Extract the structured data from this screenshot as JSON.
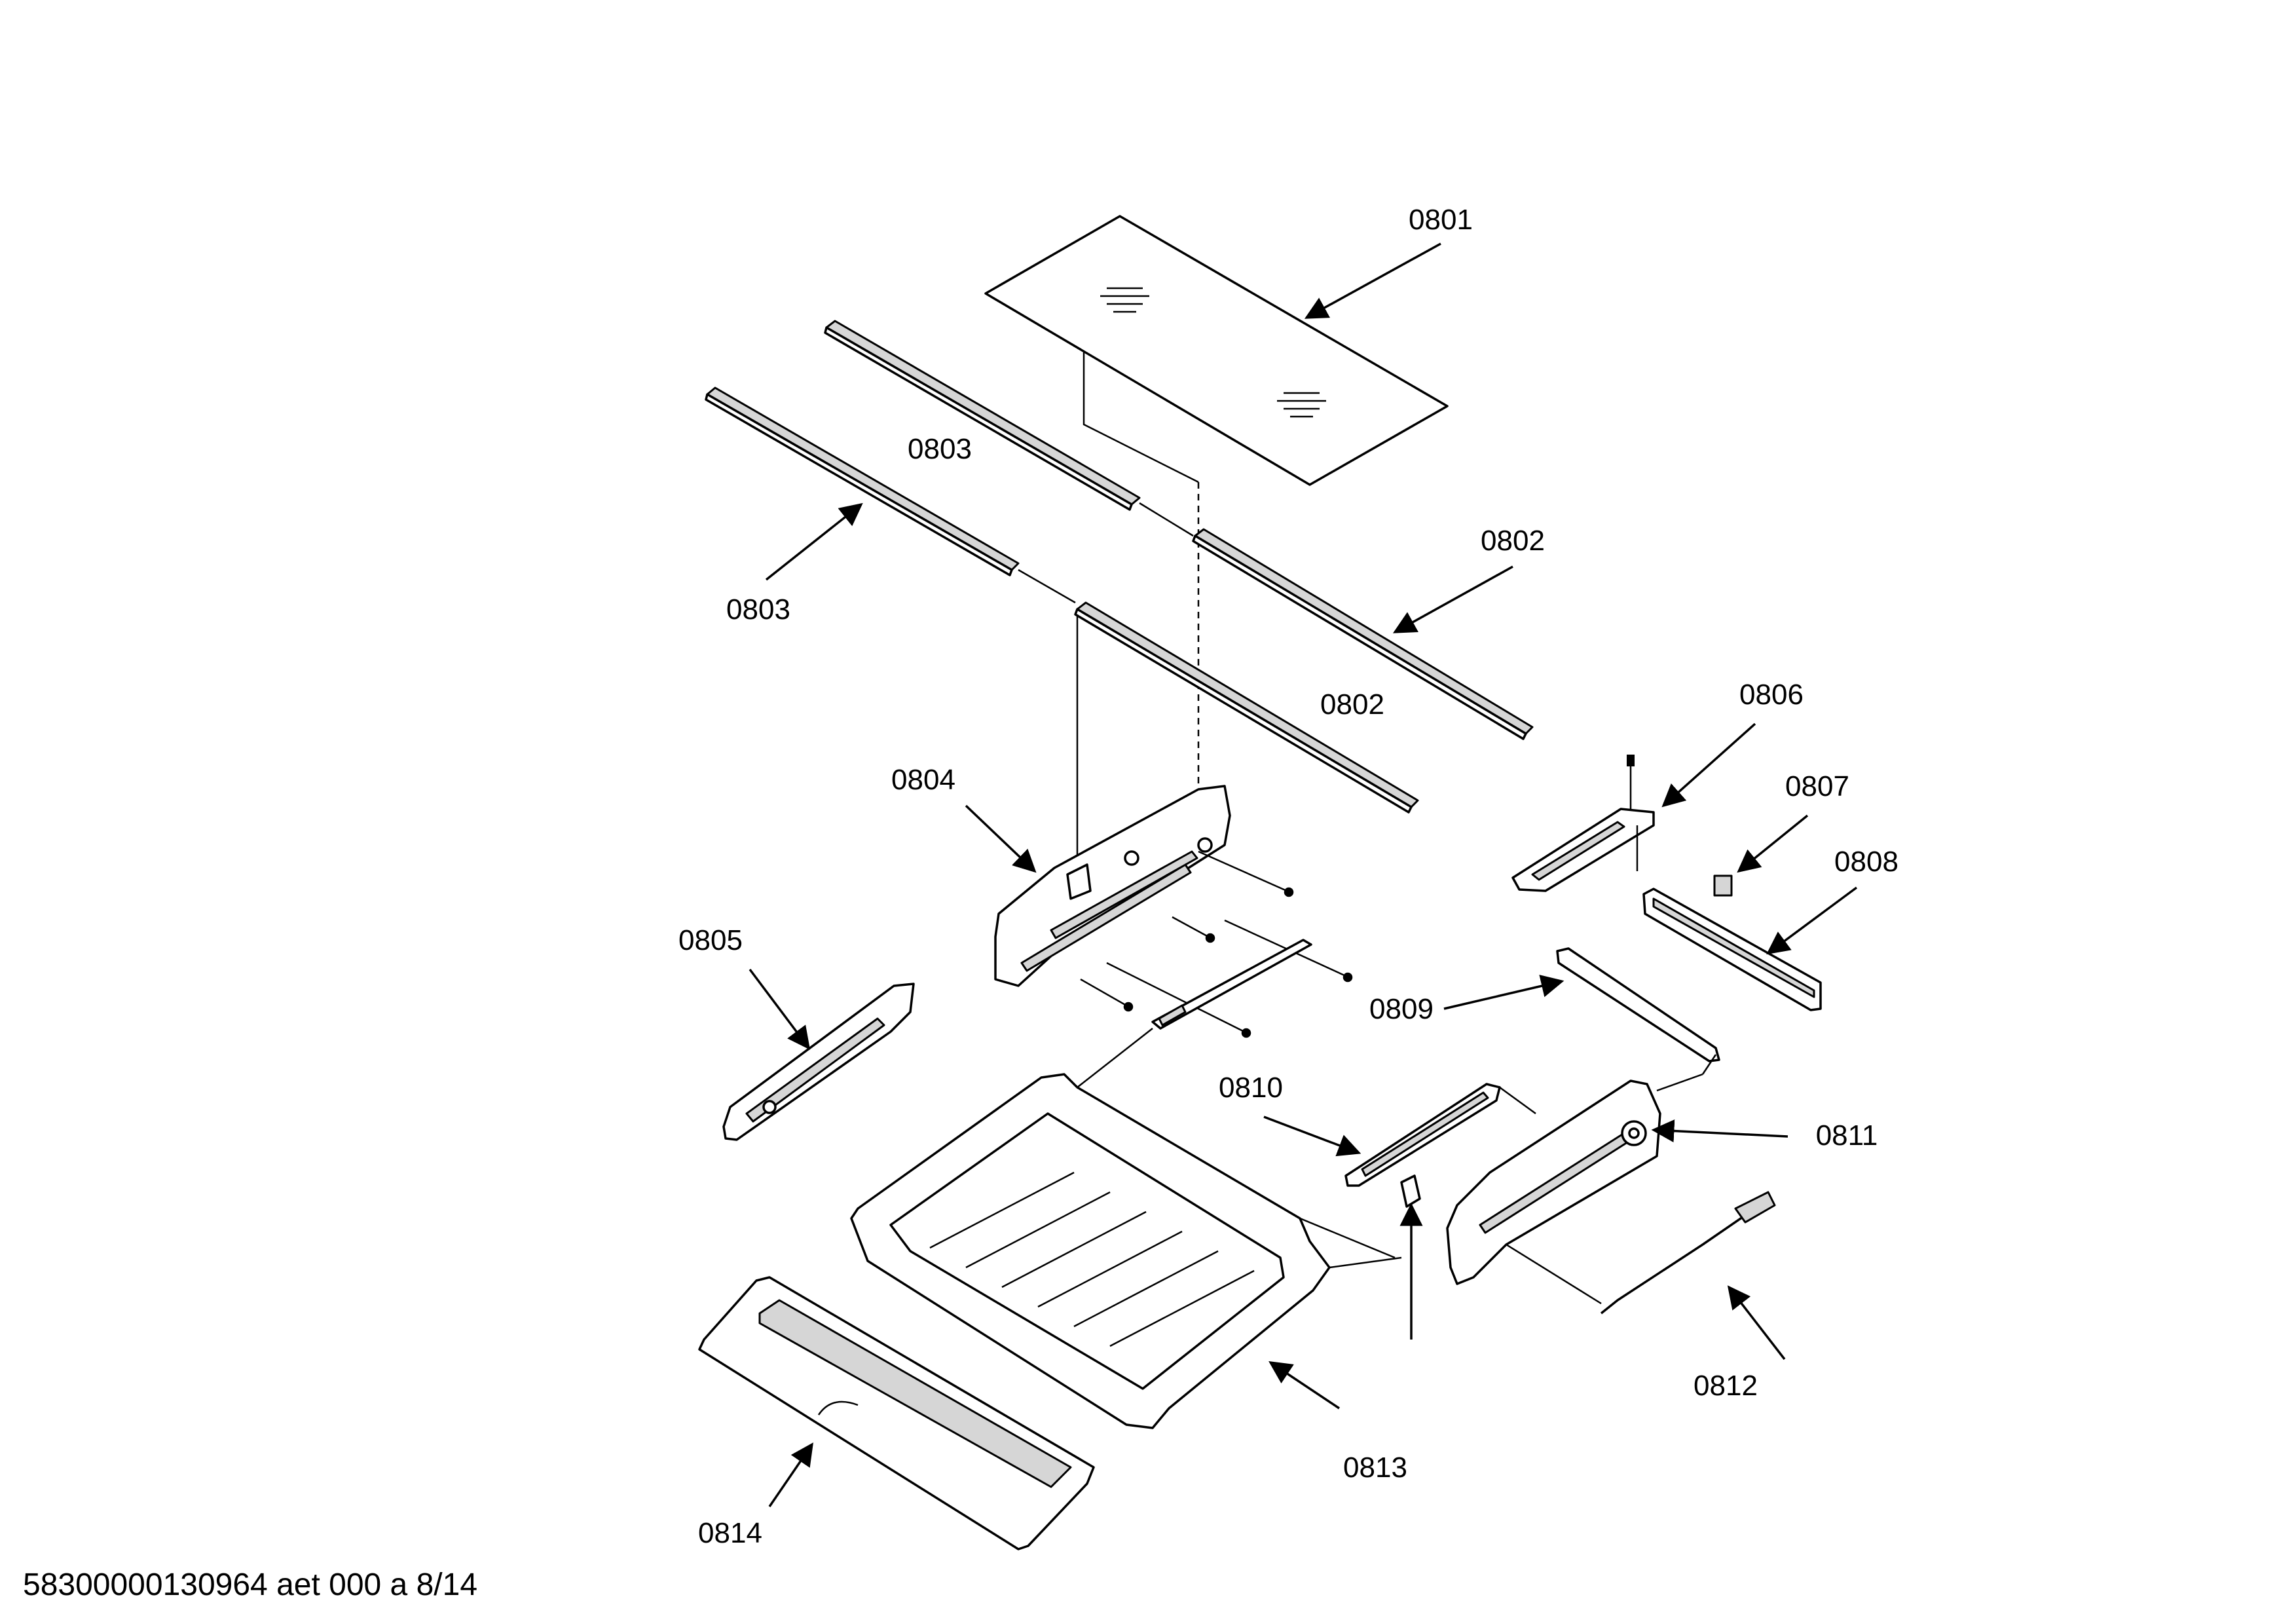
{
  "labels": {
    "l0801": "0801",
    "l0802a": "0802",
    "l0802b": "0802",
    "l0803a": "0803",
    "l0803b": "0803",
    "l0804": "0804",
    "l0805": "0805",
    "l0806": "0806",
    "l0807": "0807",
    "l0808": "0808",
    "l0809": "0809",
    "l0810": "0810",
    "l0811": "0811",
    "l0812": "0812",
    "l0813": "0813",
    "l0814": "0814"
  },
  "footer": "58300000130964 aet 000 a 8/14"
}
